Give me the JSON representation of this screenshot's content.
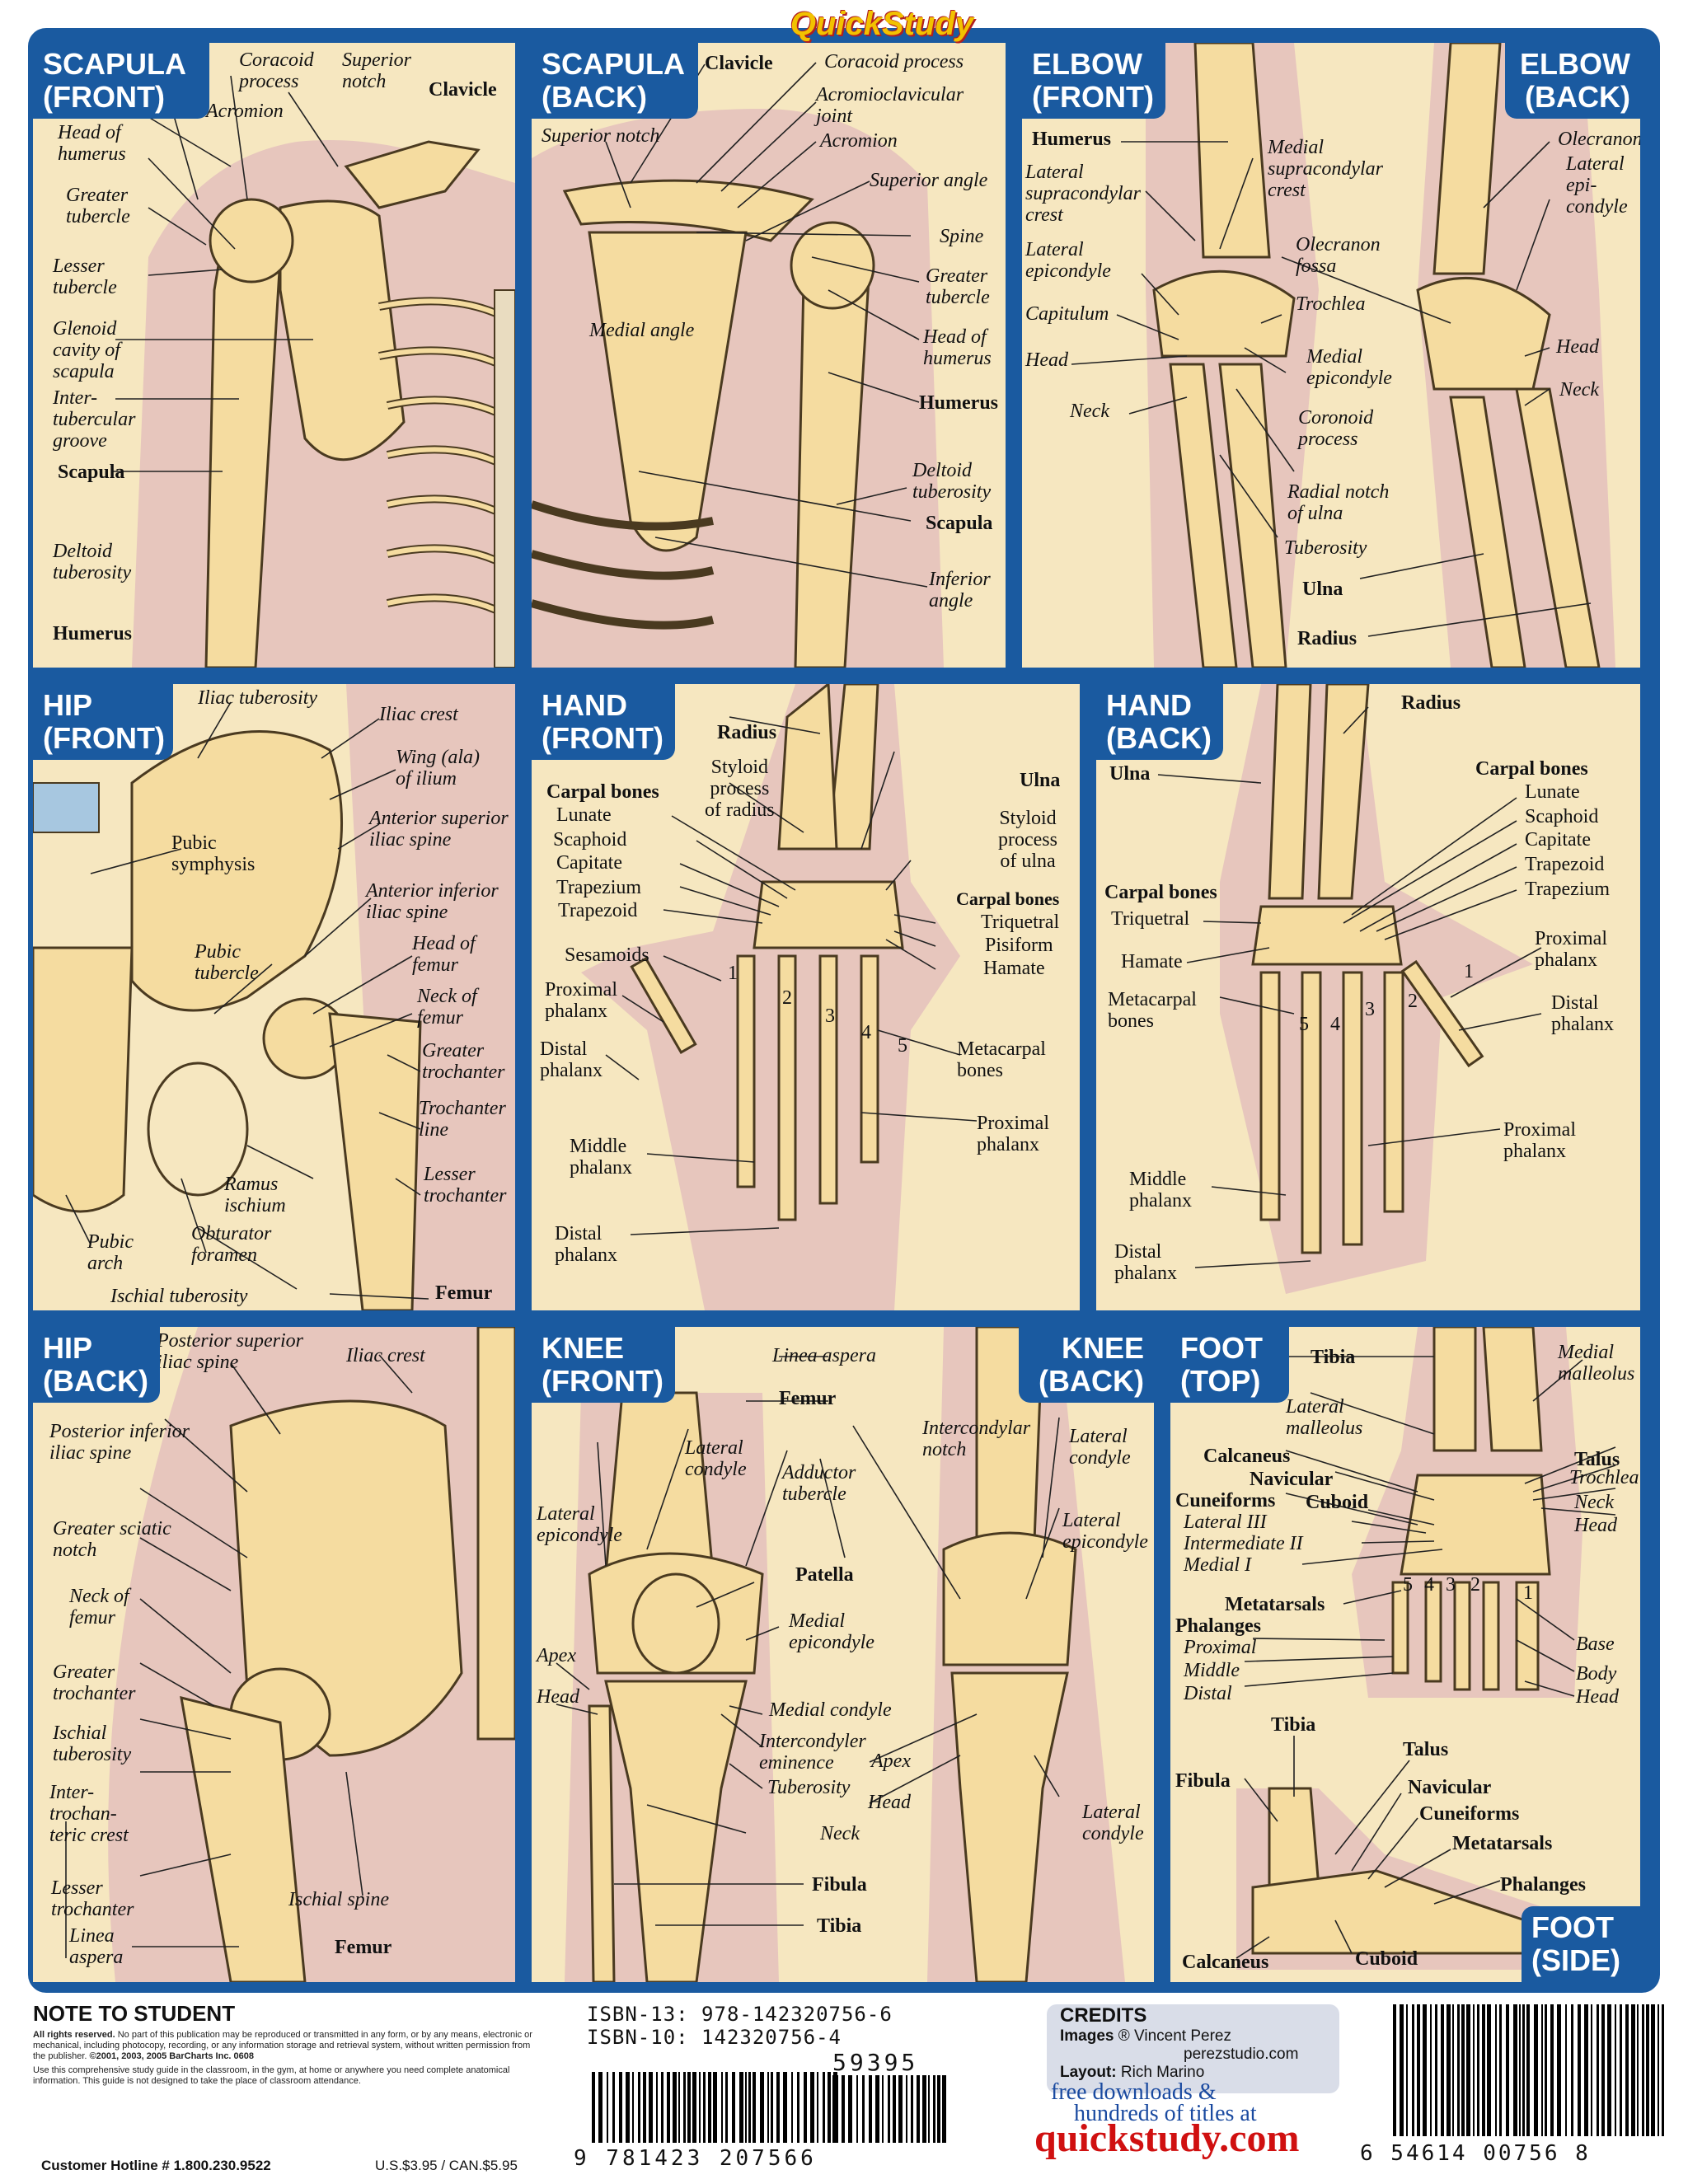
{
  "brand": "QuickStudy",
  "panels": {
    "scapula_front": {
      "title": [
        "SCAPULA",
        "(FRONT)"
      ],
      "labels": {
        "coracoid": "Coracoid\nprocess",
        "superior_notch": "Superior\nnotch",
        "clavicle": "Clavicle",
        "acromion": "Acromion",
        "head_humerus": "Head of\nhumerus",
        "greater_tubercle": "Greater\ntubercle",
        "lesser_tubercle": "Lesser\ntubercle",
        "glenoid": "Glenoid\ncavity of\nscapula",
        "intertubercular": "Inter-\ntubercular\ngroove",
        "scapula": "Scapula",
        "deltoid": "Deltoid\ntuberosity",
        "humerus": "Humerus"
      }
    },
    "scapula_back": {
      "title": [
        "SCAPULA",
        "(BACK)"
      ],
      "labels": {
        "clavicle": "Clavicle",
        "coracoid": "Coracoid process",
        "ac_joint": "Acromioclavicular\njoint",
        "acromion": "Acromion",
        "superior_notch": "Superior notch",
        "superior_angle": "Superior angle",
        "spine": "Spine",
        "greater_tubercle": "Greater\ntubercle",
        "medial_angle": "Medial angle",
        "head_humerus": "Head of\nhumerus",
        "humerus": "Humerus",
        "deltoid": "Deltoid\ntuberosity",
        "scapula": "Scapula",
        "inferior_angle": "Inferior\nangle"
      }
    },
    "elbow": {
      "title_front": [
        "ELBOW",
        "(FRONT)"
      ],
      "title_back": [
        "ELBOW",
        "(BACK)"
      ],
      "labels": {
        "humerus": "Humerus",
        "lat_supracondylar": "Lateral\nsupracondylar\ncrest",
        "medial_supracondylar": "Medial\nsupracondylar\ncrest",
        "olecranon": "Olecranon",
        "lat_epicondyle_back": "Lateral\nepi-\ncondyle",
        "lat_epicondyle": "Lateral\nepicondyle",
        "olecranon_fossa": "Olecranon\nfossa",
        "capitulum": "Capitulum",
        "trochlea": "Trochlea",
        "head_front": "Head",
        "medial_epicondyle": "Medial\nepicondyle",
        "head_back": "Head",
        "neck_back": "Neck",
        "neck_front": "Neck",
        "coronoid": "Coronoid\nprocess",
        "radial_notch": "Radial notch\nof ulna",
        "tuberosity": "Tuberosity",
        "ulna": "Ulna",
        "radius": "Radius"
      }
    },
    "hip_front": {
      "title": [
        "HIP",
        "(FRONT)"
      ],
      "labels": {
        "iliac_tuberosity": "Iliac tuberosity",
        "iliac_crest": "Iliac crest",
        "wing": "Wing (ala)\nof ilium",
        "asis": "Anterior superior\niliac spine",
        "pubic_symphysis": "Pubic\nsymphysis",
        "aiis": "Anterior inferior\niliac spine",
        "pubic_tubercle": "Pubic\ntubercle",
        "head_femur": "Head of\nfemur",
        "neck_femur": "Neck of\nfemur",
        "greater_trochanter": "Greater\ntrochanter",
        "trochanter_line": "Trochanter\nline",
        "ramus": "Ramus\nischium",
        "lesser_trochanter": "Lesser\ntrochanter",
        "pubic_arch": "Pubic\narch",
        "obturator": "Obturator\nforamen",
        "ischial_tuberosity": "Ischial tuberosity",
        "femur": "Femur"
      }
    },
    "hand_front": {
      "title": [
        "HAND",
        "(FRONT)"
      ],
      "labels": {
        "radius": "Radius",
        "styloid_radius": "Styloid\nprocess\nof radius",
        "ulna": "Ulna",
        "carpal_bones": "Carpal bones",
        "lunate": "Lunate",
        "scaphoid": "Scaphoid",
        "capitate": "Capitate",
        "trapezium": "Trapezium",
        "trapezoid": "Trapezoid",
        "styloid_ulna": "Styloid\nprocess\nof ulna",
        "carpal_bones_r": "Carpal bones",
        "triquetral": "Triquetral",
        "pisiform": "Pisiform",
        "hamate": "Hamate",
        "sesamoids": "Sesamoids",
        "proximal_l": "Proximal\nphalanx",
        "distal_l": "Distal\nphalanx",
        "metacarpal": "Metacarpal\nbones",
        "proximal_r": "Proximal\nphalanx",
        "middle": "Middle\nphalanx",
        "distal_b": "Distal\nphalanx"
      },
      "digits": [
        "1",
        "2",
        "3",
        "4",
        "5"
      ]
    },
    "hand_back": {
      "title": [
        "HAND",
        "(BACK)"
      ],
      "labels": {
        "radius": "Radius",
        "ulna": "Ulna",
        "carpal_bones_top": "Carpal bones",
        "lunate": "Lunate",
        "scaphoid": "Scaphoid",
        "capitate": "Capitate",
        "trapezoid": "Trapezoid",
        "trapezium": "Trapezium",
        "carpal_bones": "Carpal bones",
        "triquetral": "Triquetral",
        "hamate": "Hamate",
        "metacarpal": "Metacarpal\nbones",
        "proximal_r": "Proximal\nphalanx",
        "distal_r": "Distal\nphalanx",
        "proximal_b": "Proximal\nphalanx",
        "middle": "Middle\nphalanx",
        "distal_b": "Distal\nphalanx"
      },
      "digits": [
        "5",
        "4",
        "3",
        "2",
        "1"
      ]
    },
    "hip_back": {
      "title": [
        "HIP",
        "(BACK)"
      ],
      "labels": {
        "psis": "Posterior superior\niliac spine",
        "iliac_crest": "Iliac crest",
        "piis": "Posterior inferior\niliac spine",
        "greater_sciatic": "Greater sciatic\nnotch",
        "neck_femur": "Neck of\nfemur",
        "greater_trochanter": "Greater\ntrochanter",
        "ischial_tuberosity": "Ischial\ntuberosity",
        "intertrochanteric": "Inter-\ntrochan-\nteric crest",
        "lesser_trochanter": "Lesser\ntrochanter",
        "linea_aspera": "Linea\naspera",
        "ischial_spine": "Ischial spine",
        "femur": "Femur"
      }
    },
    "knee": {
      "title_front": [
        "KNEE",
        "(FRONT)"
      ],
      "title_back": [
        "KNEE",
        "(BACK)"
      ],
      "labels": {
        "linea_aspera": "Linea aspera",
        "femur": "Femur",
        "intercondylar_notch": "Intercondylar\nnotch",
        "lateral_condyle": "Lateral\ncondyle",
        "lateral_condyle_back": "Lateral\ncondyle",
        "adductor": "Adductor\ntubercle",
        "lateral_epicondyle": "Lateral\nepicondyle",
        "lateral_epicondyle_back": "Lateral\nepicondyle",
        "patella": "Patella",
        "medial_epicondyle": "Medial\nepicondyle",
        "apex_l": "Apex",
        "head_l": "Head",
        "medial_condyle": "Medial condyle",
        "intercondyler": "Intercondyler\neminence",
        "apex_r": "Apex",
        "tuberosity": "Tuberosity",
        "head_r": "Head",
        "lateral_condyle_low": "Lateral\ncondyle",
        "neck": "Neck",
        "fibula": "Fibula",
        "tibia": "Tibia"
      }
    },
    "foot": {
      "title_top": [
        "FOOT",
        "(TOP)"
      ],
      "title_side": [
        "FOOT",
        "(SIDE)"
      ],
      "labels": {
        "tibia": "Tibia",
        "medial_malleolus": "Medial\nmalleolus",
        "lateral_malleolus": "Lateral\nmalleolus",
        "talus": "Talus",
        "trochlea": "Trochlea",
        "neck": "Neck",
        "head": "Head",
        "calcaneus": "Calcaneus",
        "navicular": "Navicular",
        "cuneiforms": "Cuneiforms",
        "cuboid": "Cuboid",
        "lateral3": "Lateral III",
        "intermediate2": "Intermediate II",
        "medial1": "Medial I",
        "metatarsals": "Metatarsals",
        "phalanges": "Phalanges",
        "proximal": "Proximal",
        "middle": "Middle",
        "distal": "Distal",
        "base": "Base",
        "body": "Body",
        "head2": "Head",
        "tibia_s": "Tibia",
        "talus_s": "Talus",
        "fibula_s": "Fibula",
        "navicular_s": "Navicular",
        "cuneiforms_s": "Cuneiforms",
        "metatarsals_s": "Metatarsals",
        "phalanges_s": "Phalanges",
        "calcaneus_s": "Calcaneus",
        "cuboid_s": "Cuboid"
      },
      "digits": [
        "5",
        "4",
        "3",
        "2",
        "1"
      ]
    }
  },
  "footer": {
    "note_title": "NOTE TO STUDENT",
    "note_rights_bold": "All rights reserved.",
    "note_rights": "No part of this publication may be reproduced or transmitted in any form, or by any means, electronic or mechanical, including photocopy, recording, or any information storage and retrieval system, without written permission from the publisher.",
    "note_copyright": "©2001, 2003, 2005 BarCharts Inc.   0608",
    "note_use": "Use this comprehensive study guide in the classroom, in the gym, at home or anywhere you need complete anatomical information. This guide is not designed to take the place of classroom attendance.",
    "hotline": "Customer Hotline # 1.800.230.9522",
    "price": "U.S.$3.95 / CAN.$5.95",
    "isbn13": "ISBN-13: 978-142320756-6",
    "isbn10": "ISBN-10: 142320756-4",
    "price_code": "59395",
    "barcode1_digits": "9 781423 207566",
    "credits_title": "CREDITS",
    "credits_images_label": "Images",
    "credits_images": "® Vincent Perez",
    "credits_images2": "perezstudio.com",
    "credits_layout_label": "Layout:",
    "credits_layout": "Rich Marino",
    "free_downloads": "free downloads &",
    "hundreds": "hundreds of titles at",
    "site": "quickstudy.com",
    "upc_digits": "6  54614 00756  8"
  }
}
